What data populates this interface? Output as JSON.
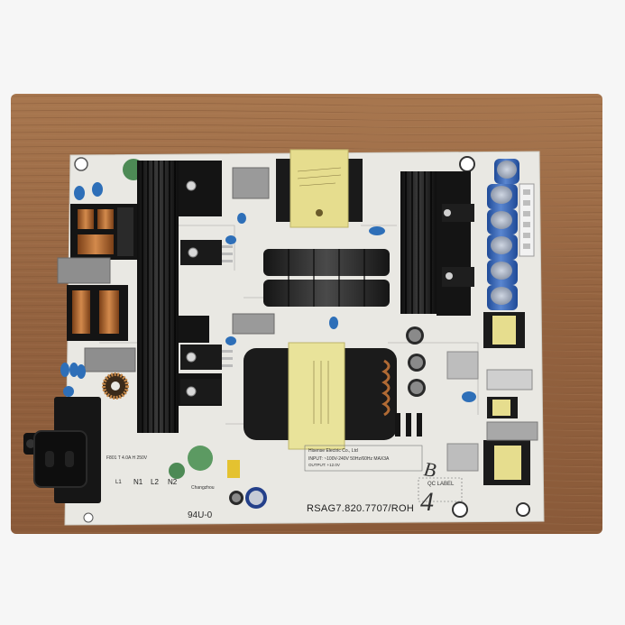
{
  "image": {
    "subject": "TV power supply board",
    "board": {
      "model_number": "RSAG7.820.7707/ROH",
      "variant": "94U-0",
      "manufacturer_line": "Hisense Electric Co., Ltd",
      "input_rating": "INPUT: ~100V-240V 50Hz/60Hz MAX3A",
      "output_rating": "OUTPUT: +12.0V",
      "fuse_rating": "F801 T 4.0A H 250V",
      "terminal_labels": [
        "L1",
        "N1",
        "L2",
        "N2"
      ],
      "cert_text": "Changzhou",
      "handwritten": [
        "B",
        "4"
      ],
      "label_area_text": "QC LABEL"
    },
    "colors": {
      "backdrop": "#f6f6f6",
      "wood": "#9a6a46",
      "pcb": "#e9e8e3",
      "heatsink": "#1b1b1b",
      "transformer_yellow": "#e6dd8e",
      "capacitor_blue": "#2f5fb4",
      "electrolytic_black": "#262626",
      "copper": "#b06a34"
    }
  }
}
